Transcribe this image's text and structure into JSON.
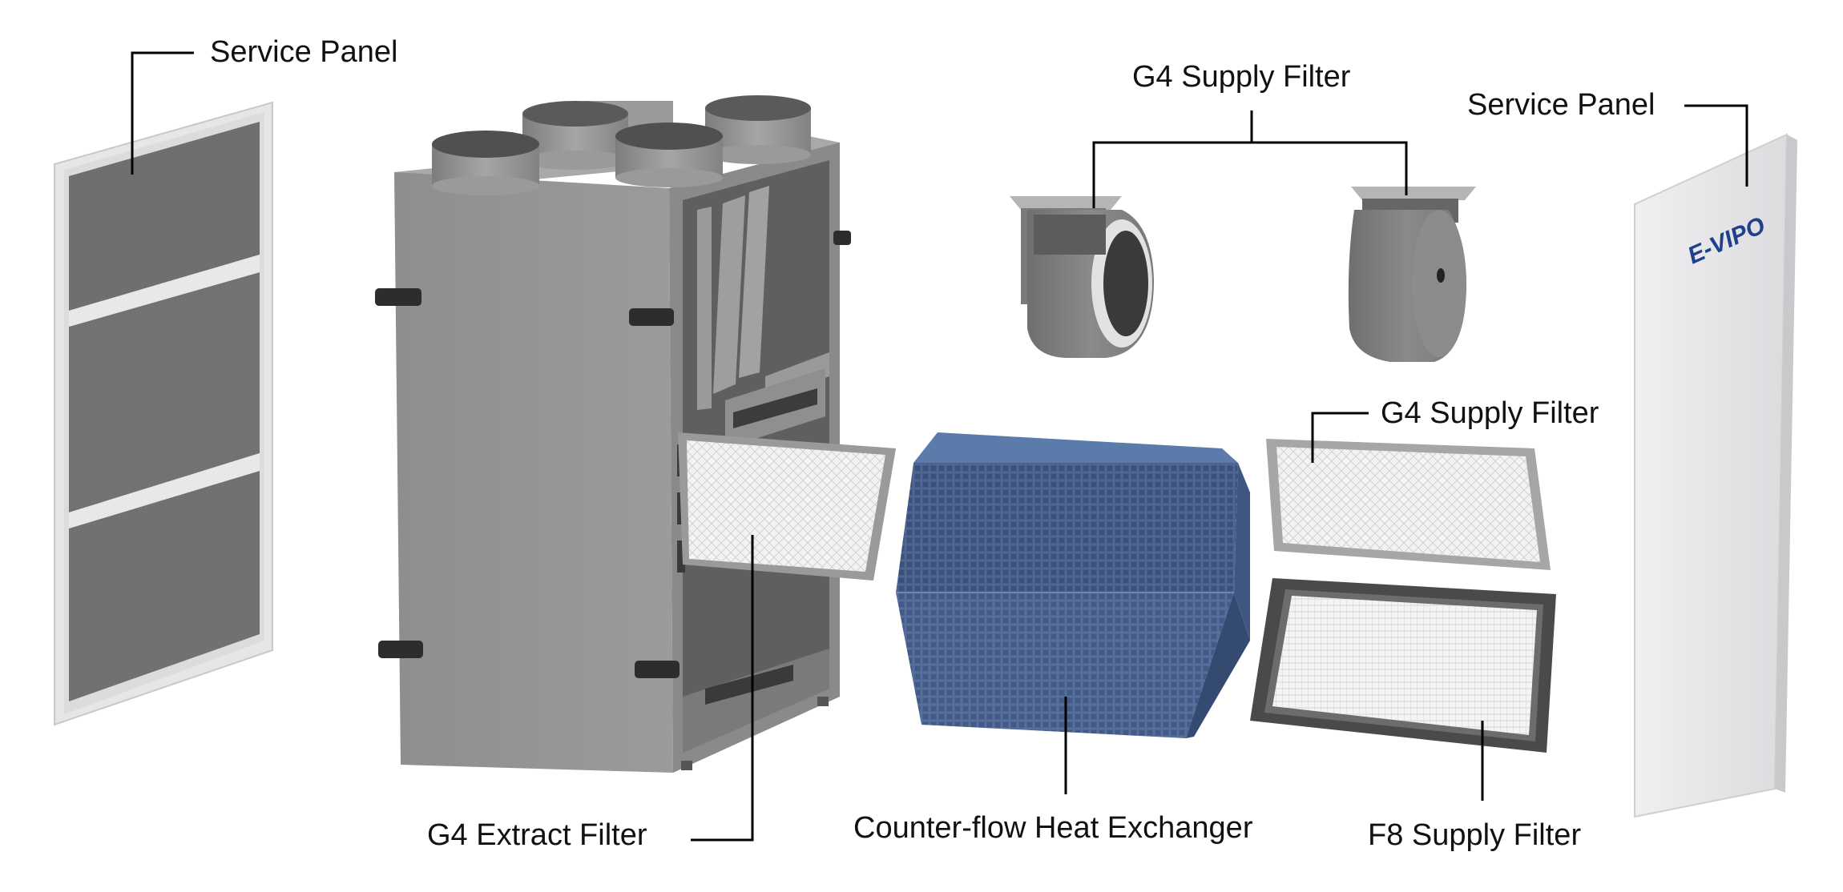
{
  "labels": {
    "service_panel_left": "Service Panel",
    "service_panel_right": "Service Panel",
    "g4_supply_filter_fans": "G4 Supply Filter",
    "g4_supply_filter": "G4 Supply Filter",
    "g4_extract_filter": "G4 Extract Filter",
    "heat_exchanger": "Counter-flow Heat Exchanger",
    "f8_supply_filter": "F8 Supply Filter"
  },
  "logo": {
    "text": "E-VIPO",
    "color": "#1f3f8f"
  },
  "colors": {
    "housing": "#8d8d8d",
    "housing_dark": "#6b6b6b",
    "panel_frame": "#e9e9ec",
    "panel_grey": "#7a7a7a",
    "exchanger": "#4c6691",
    "exchanger_dark": "#3a5078",
    "filter_mesh": "#efefef",
    "leader_line": "#000000"
  }
}
